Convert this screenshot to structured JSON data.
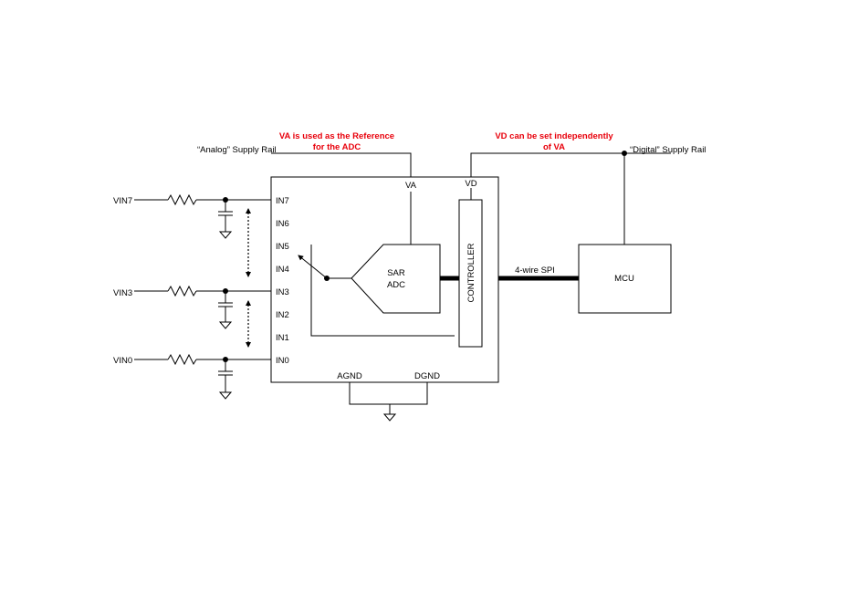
{
  "notes": {
    "va_reference": [
      "VA is used as the Reference",
      "for the ADC"
    ],
    "vd_independent": [
      "VD can be set independently",
      "of VA"
    ],
    "color": "#e8000b"
  },
  "rails": {
    "analog": "“Analog” Supply Rail",
    "digital": "“Digital” Supply Rail"
  },
  "adc_block": {
    "va_pin": "VA",
    "vd_pin": "VD",
    "agnd_pin": "AGND",
    "dgnd_pin": "DGND",
    "channels": [
      "IN7",
      "IN6",
      "IN5",
      "IN4",
      "IN3",
      "IN2",
      "IN1",
      "IN0"
    ],
    "sar_label": [
      "SAR",
      "ADC"
    ],
    "controller_label": "CONTROLLER"
  },
  "inputs": [
    "VIN7",
    "VIN3",
    "VIN0"
  ],
  "interface": {
    "spi_label": "4-wire SPI"
  },
  "mcu": {
    "label": "MCU"
  },
  "icons": [
    "resistor-icon",
    "capacitor-icon",
    "ground-icon",
    "mux-switch-icon",
    "double-arrow-icon"
  ]
}
